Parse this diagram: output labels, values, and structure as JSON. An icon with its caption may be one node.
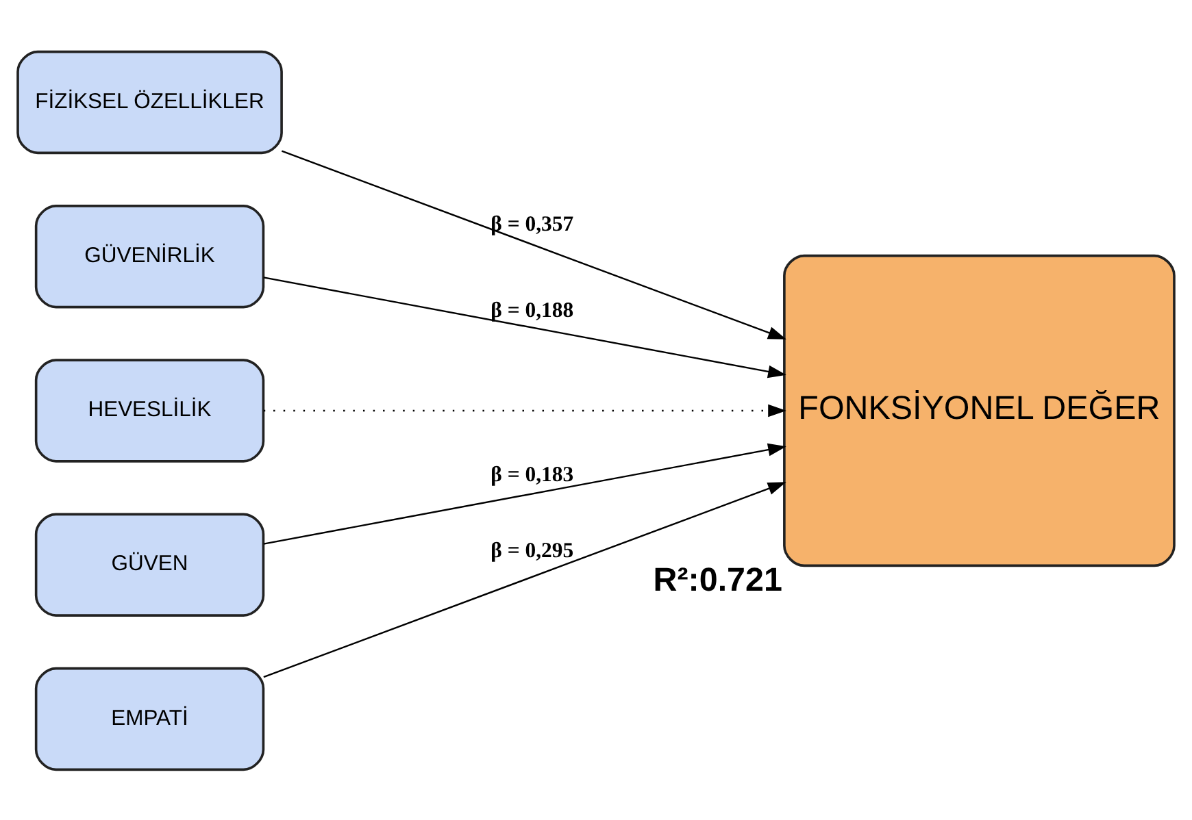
{
  "diagram": {
    "nodes": [
      {
        "text": [
          "FİZİKSEL ÖZELLİKLER"
        ]
      },
      {
        "text": [
          "GÜVENİRLİK"
        ]
      },
      {
        "text": [
          "HEVESLİLİK"
        ]
      },
      {
        "text": [
          "GÜVEN"
        ]
      },
      {
        "text": [
          "EMPATİ"
        ]
      },
      {
        "text": [
          "FONKSİYONEL DEĞER"
        ],
        "beside": [
          "R²:0.721"
        ]
      }
    ],
    "edges": [
      {
        "from": 0,
        "to": 5,
        "arrow": "to",
        "label": "β = 0,357"
      },
      {
        "from": 1,
        "to": 5,
        "arrow": "to",
        "label": "β = 0,188"
      },
      {
        "from": 2,
        "to": 5,
        "arrow": "to",
        "style": "dashed"
      },
      {
        "from": 3,
        "to": 5,
        "arrow": "to",
        "label": "β = 0,183"
      },
      {
        "from": 4,
        "to": 5,
        "arrow": "to",
        "label": "β = 0,295"
      }
    ]
  }
}
